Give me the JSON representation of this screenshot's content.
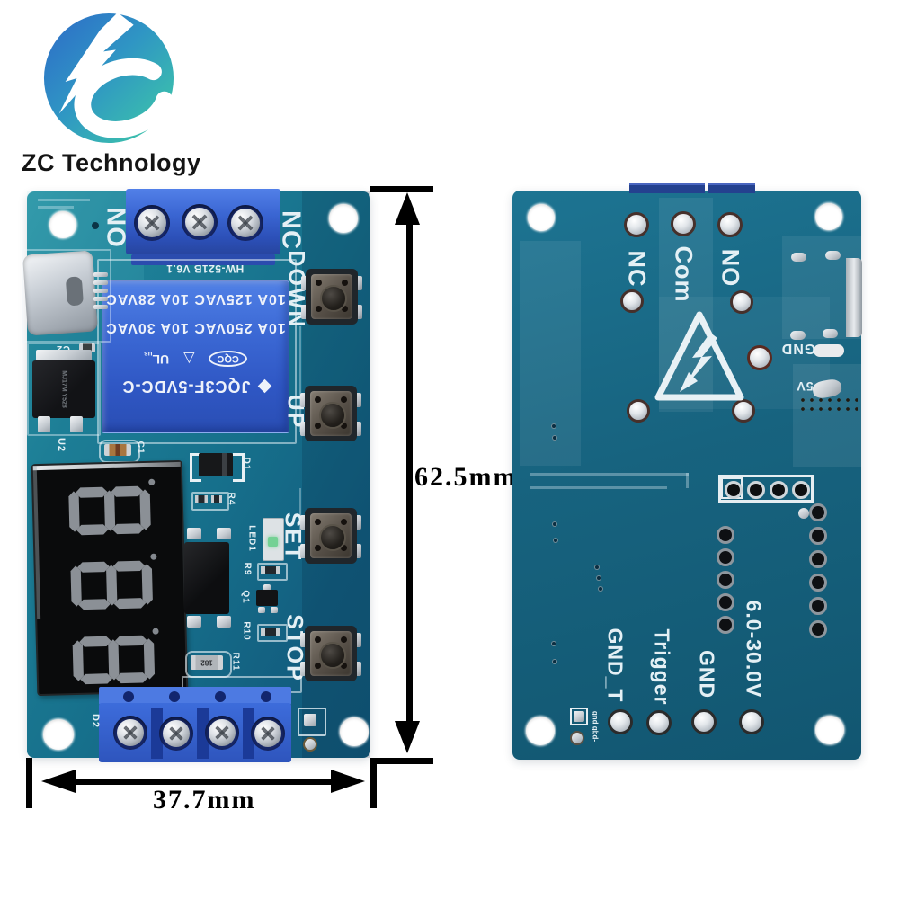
{
  "logo": {
    "company": "ZC Technology"
  },
  "dims": {
    "height": "62.5mm",
    "width": "37.7mm"
  },
  "front": {
    "no": "NO",
    "nc": "NC",
    "btn_down": "DOWN",
    "btn_up": "UP",
    "btn_set": "SET",
    "btn_stop": "STOP",
    "version": "HW-521B V6.1",
    "relay": {
      "rating1": "10A 125VAC 10A 28VAC",
      "rating2": "10A 250VAC 10A 30VAC",
      "ul": "UL",
      "ul_sub": "us",
      "tri": "△",
      "cqc": "CQC",
      "model": "JQC3F-5VDC-C"
    },
    "display_value": "888",
    "refs": {
      "c1": "C1",
      "c2": "C2",
      "u2": "U2",
      "d1": "D1",
      "d2": "D2",
      "r4": "R4",
      "r9": "R9",
      "r10": "R10",
      "r11": "R11",
      "r11_marking": "182",
      "q1": "Q1",
      "led1": "LED1"
    },
    "regulator_marking": "MJ17M Y528"
  },
  "back": {
    "nc": "NC",
    "com": "Com",
    "no": "NO",
    "gnd_usb": "GND",
    "v5": "5V",
    "gnd_t": "GND_T",
    "trigger": "Trigger",
    "gnd": "GND",
    "vrange": "6.0-30.0V",
    "tiny": "gnd gbd-"
  },
  "colors": {
    "pcb_front": "#1b7a95",
    "pcb_back": "#16627f",
    "relay_blue": "#3a6bd6",
    "terminal_blue": "#3566d4",
    "annotation": "#000000"
  }
}
